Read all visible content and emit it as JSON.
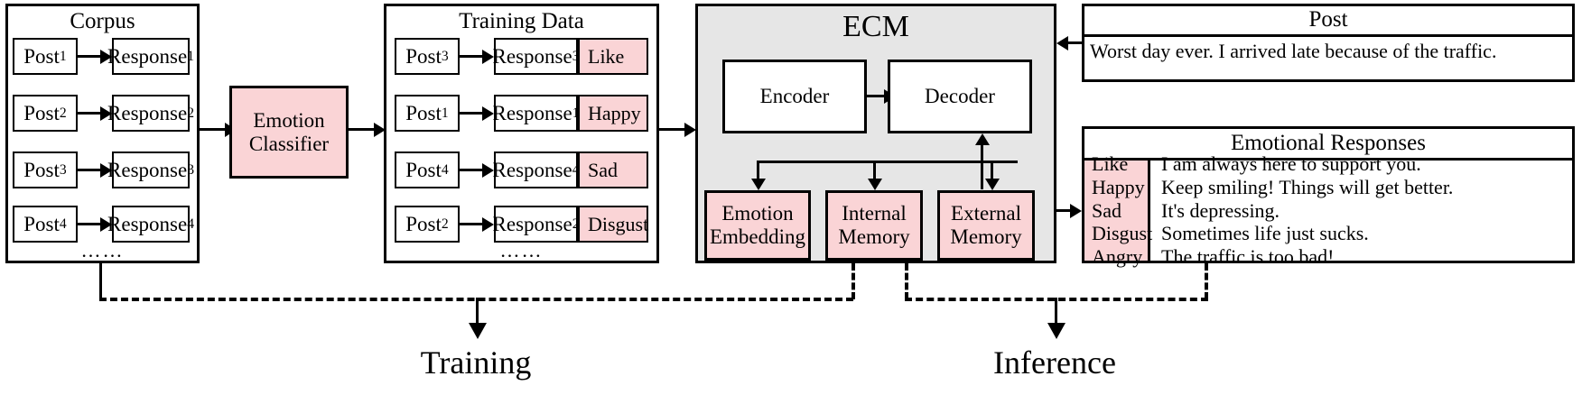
{
  "diagram": {
    "title_training": "Training",
    "title_inference": "Inference",
    "ellipsis": "……"
  },
  "corpus": {
    "title": "Corpus",
    "rows": [
      {
        "post": "Post",
        "post_sub": "1",
        "response": "Response",
        "response_sub": "1"
      },
      {
        "post": "Post",
        "post_sub": "2",
        "response": "Response",
        "response_sub": "2"
      },
      {
        "post": "Post",
        "post_sub": "3",
        "response": "Response",
        "response_sub": "3"
      },
      {
        "post": "Post",
        "post_sub": "4",
        "response": "Response",
        "response_sub": "4"
      }
    ],
    "ellipsis": "……"
  },
  "classifier": {
    "line1": "Emotion",
    "line2": "Classifier"
  },
  "training_data": {
    "title": "Training Data",
    "rows": [
      {
        "post": "Post",
        "post_sub": "3",
        "response": "Response",
        "response_sub": "3",
        "tag": "Like"
      },
      {
        "post": "Post",
        "post_sub": "1",
        "response": "Response",
        "response_sub": "1",
        "tag": "Happy"
      },
      {
        "post": "Post",
        "post_sub": "4",
        "response": "Response",
        "response_sub": "4",
        "tag": "Sad"
      },
      {
        "post": "Post",
        "post_sub": "2",
        "response": "Response",
        "response_sub": "2",
        "tag": "Disgust"
      }
    ],
    "ellipsis": "……"
  },
  "ecm": {
    "title": "ECM",
    "encoder": "Encoder",
    "decoder": "Decoder",
    "modules": [
      {
        "line1": "Emotion",
        "line2": "Embedding"
      },
      {
        "line1": "Internal",
        "line2": "Memory"
      },
      {
        "line1": "External",
        "line2": "Memory"
      }
    ]
  },
  "post_panel": {
    "title": "Post",
    "text": "Worst day ever. I arrived late because of the traffic."
  },
  "emotional_responses": {
    "title": "Emotional Responses",
    "rows": [
      {
        "emotion": "Like",
        "text": "I am always here to support you."
      },
      {
        "emotion": "Happy",
        "text": "Keep smiling! Things will get better."
      },
      {
        "emotion": "Sad",
        "text": "It's depressing."
      },
      {
        "emotion": "Disgust",
        "text": "Sometimes life just sucks."
      },
      {
        "emotion": "Angry",
        "text": "The traffic is too bad!"
      }
    ]
  },
  "colors": {
    "pink": "#fad4d6",
    "gray": "#e6e6e6",
    "stroke": "#000000",
    "background": "#ffffff"
  }
}
